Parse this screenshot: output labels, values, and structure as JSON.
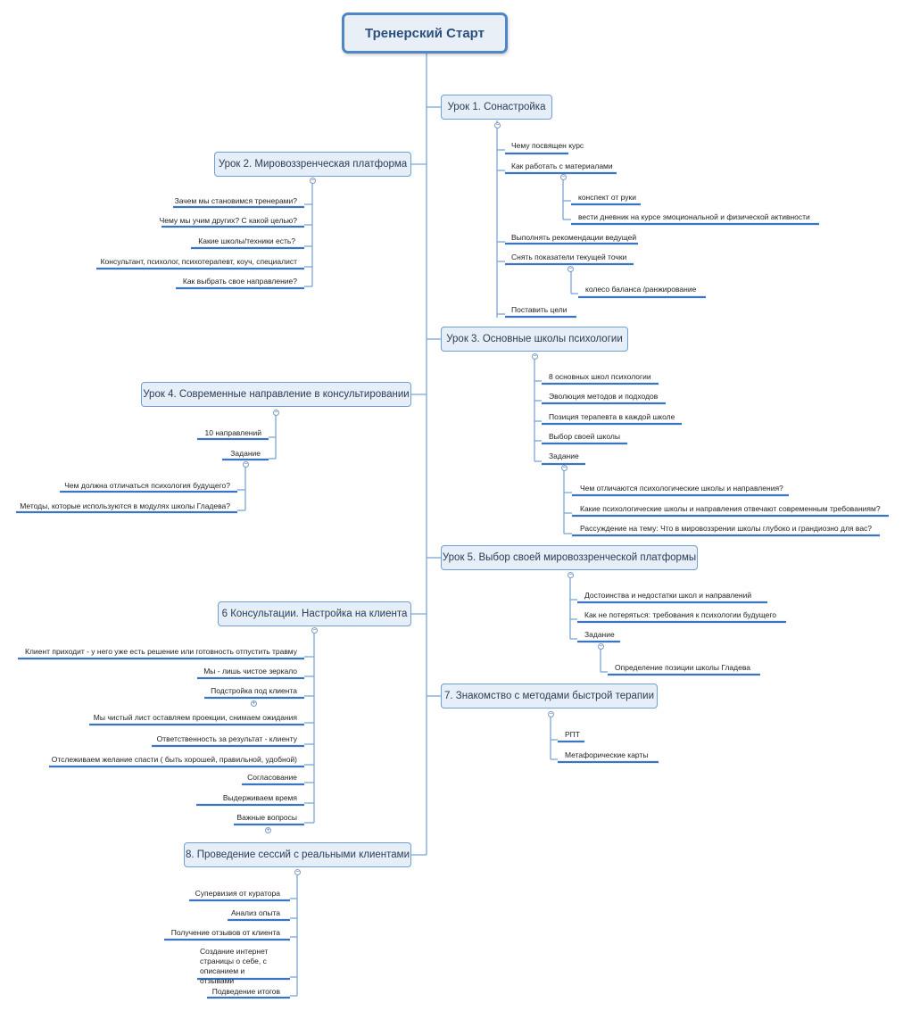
{
  "root": "Тренерский Старт",
  "lesson1": {
    "title": "Урок 1. Сонастройка",
    "items": [
      "Чему посвящен курс",
      "Как работать с материалами",
      "Выполнять рекомендации ведущей",
      "Снять показатели текущей точки",
      "Поставить цели"
    ],
    "materials": [
      "конспект от руки",
      "вести дневник на курсе эмоциональной и физической активности"
    ],
    "indicators": [
      "колесо баланса /ранжирование"
    ]
  },
  "lesson2": {
    "title": "Урок 2. Мировоззренческая платформа",
    "items": [
      "Зачем мы становимся тренерами?",
      "Чему мы учим других? С какой целью?",
      "Какие школы/техники  есть?",
      "Консультант, психолог, психотерапевт, коуч, специалист",
      "Как выбрать свое направление?"
    ]
  },
  "lesson3": {
    "title": "Урок 3. Основные школы психологии",
    "items": [
      "8 основных школ психологии",
      "Эволюция методов и подходов",
      "Позиция терапевта в каждой школе",
      "Выбор своей школы",
      "Задание"
    ],
    "task": [
      "Чем отличаются психологические школы и направления?",
      "Какие психологические школы и направления отвечают современным требованиям?",
      "Рассуждение на тему: Что в мировоззрении школы глубоко и грандиозно для вас?"
    ]
  },
  "lesson4": {
    "title": "Урок 4. Современные направление в консультировании",
    "items": [
      "10 направлений",
      "Задание"
    ],
    "task": [
      "Чем должна отличаться психология будущего?",
      "Методы, которые используются в модулях школы Гладева?"
    ]
  },
  "lesson5": {
    "title": "Урок 5. Выбор своей мировоззренческой платформы",
    "items": [
      "Достоинства и недостатки школ и  направлений",
      "Как не потеряться: требования к психологии будущего",
      "Задание"
    ],
    "task": [
      "Определение позиции школы Гладева"
    ]
  },
  "lesson6": {
    "title": "6 Консультации. Настройка на клиента",
    "items": [
      "Клиент приходит - у него уже есть решение или готовность отпустить травму",
      "Мы - лишь чистое зеркало",
      "Подстройка под клиента",
      "Мы чистый лист оставляем проекции, снимаем ожидания",
      "Ответственность за результат - клиенту",
      "Отслеживаем желание спасти ( быть хорошей, правильной, удобной)",
      "Согласование",
      "Выдерживаем время",
      "Важные вопросы"
    ]
  },
  "lesson7": {
    "title": "7. Знакомство с методами быстрой терапии",
    "items": [
      "РПТ",
      "Метафорические карты"
    ]
  },
  "lesson8": {
    "title": "8. Проведение сессий с реальными клиентами",
    "items": [
      "Супервизия  от куратора",
      "Анализ опыта",
      "Получение отзывов от клиента",
      "Создание интернет страницы о себе, с описанием и отзывами",
      "Подведение итогов"
    ]
  },
  "colors": {
    "line": "#7ca5d6",
    "underline": "#3a74c2",
    "topic_fill": "#e6eef8",
    "topic_border": "#6f9fd4",
    "root_border": "#4f86c6"
  }
}
